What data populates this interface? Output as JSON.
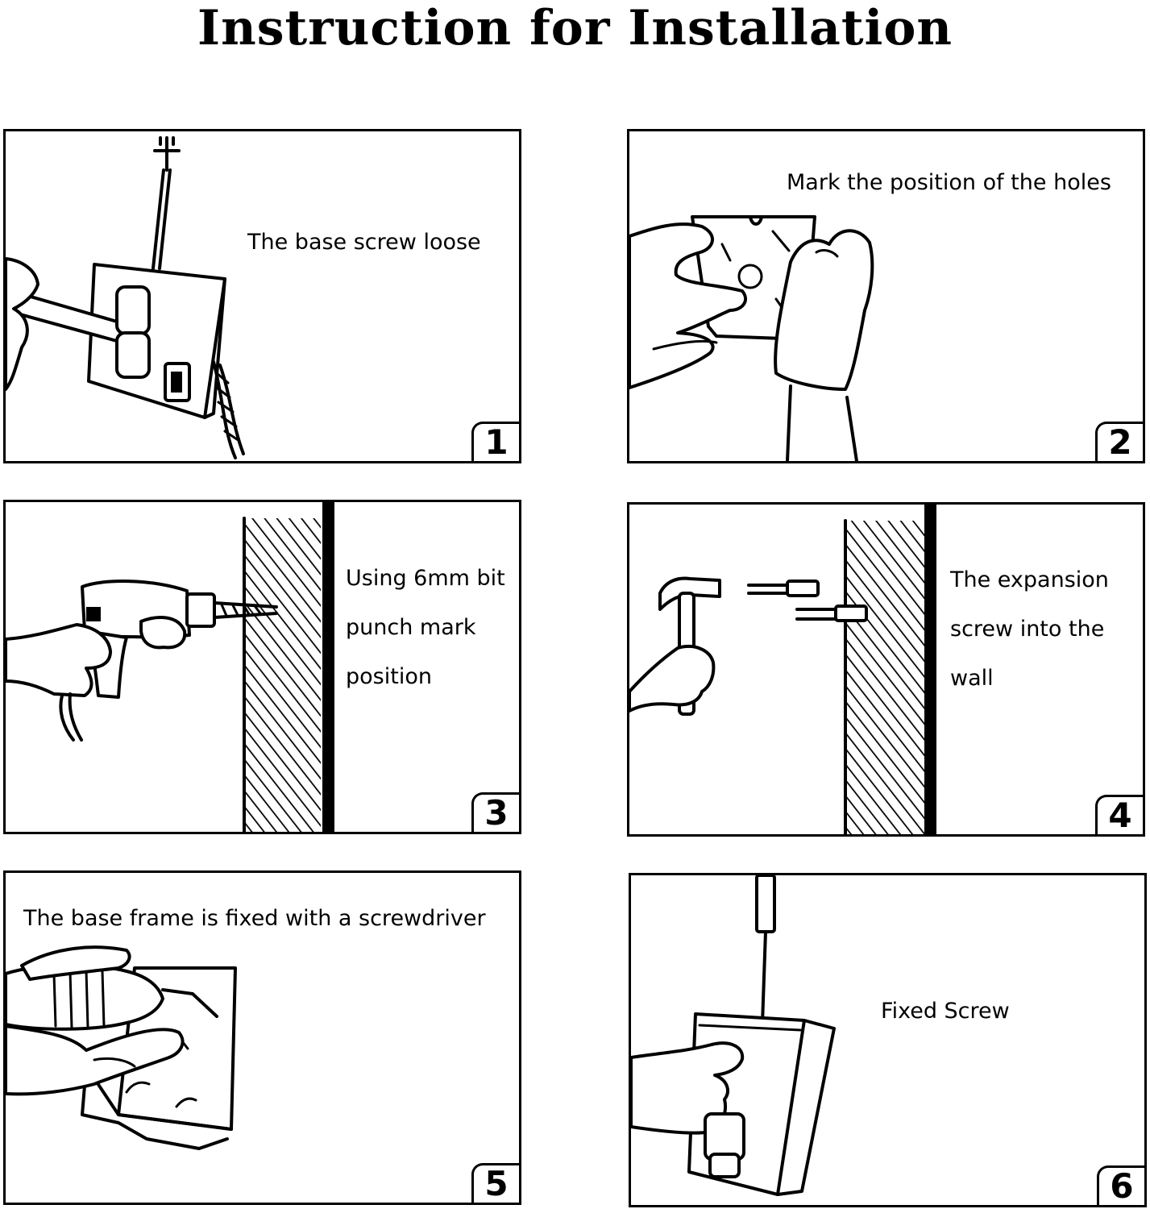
{
  "title": "Instruction for Installation",
  "steps": [
    {
      "number": "1",
      "caption": "The base screw loose"
    },
    {
      "number": "2",
      "caption": "Mark the position of the holes"
    },
    {
      "number": "3",
      "caption": "Using 6mm bit\npunch mark\nposition"
    },
    {
      "number": "4",
      "caption": "The expansion\nscrew into the\nwall"
    },
    {
      "number": "5",
      "caption": "The base frame is fixed with a screwdriver"
    },
    {
      "number": "6",
      "caption": "Fixed Screw"
    }
  ]
}
